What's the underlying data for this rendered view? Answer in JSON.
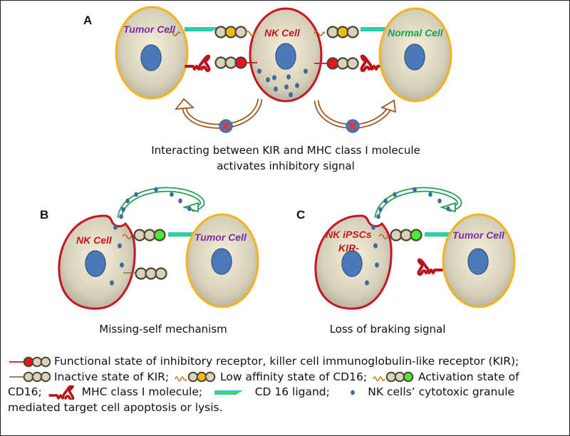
{
  "colors": {
    "nk_border": "#c8141e",
    "tumor_border": "#f2b41e",
    "nucleus": "#4a78b8",
    "granule": "#44699e",
    "cytoplasm": "#d8d2bc",
    "mhc": "#b8141a",
    "arrow_brown": "#a0561e",
    "arrow_green": "#1ea050",
    "tumor_label": "#7a2aa6",
    "nk_label": "#c8141e",
    "normal_label": "#1ea050",
    "kir_red": "#e8141e",
    "cd16_yellow": "#f4b81a",
    "cd16_green": "#4ce83c"
  },
  "panels": {
    "a": {
      "letter": "A",
      "tumor_label": "Tumor Cell",
      "nk_label": "NK Cell",
      "normal_label": "Normal Cell",
      "caption_line1": "Interacting between KIR and MHC class I molecule",
      "caption_line2": "activates inhibitory signal"
    },
    "b": {
      "letter": "B",
      "nk_label": "NK Cell",
      "tumor_label": "Tumor Cell",
      "caption": "Missing-self mechanism"
    },
    "c": {
      "letter": "C",
      "nk_label_line1": "NK iPSCs",
      "nk_label_line2": "KIR-",
      "tumor_label": "Tumor Cell",
      "caption": "Loss of braking signal"
    }
  },
  "legend": {
    "kir_functional": "Functional state of inhibitory receptor, killer cell immunoglobulin-like receptor (KIR);",
    "kir_inactive": "Inactive state of KIR;",
    "cd16_low": "Low affinity state of CD16;",
    "cd16_active_1": "Activation state of",
    "cd16_active_2": "CD16;",
    "mhc": "MHC class I molecule;",
    "cd16_ligand": "CD 16 ligand;",
    "granule_1": "NK cells’ cytotoxic granule",
    "granule_2": "mediated target cell apoptosis or lysis."
  }
}
